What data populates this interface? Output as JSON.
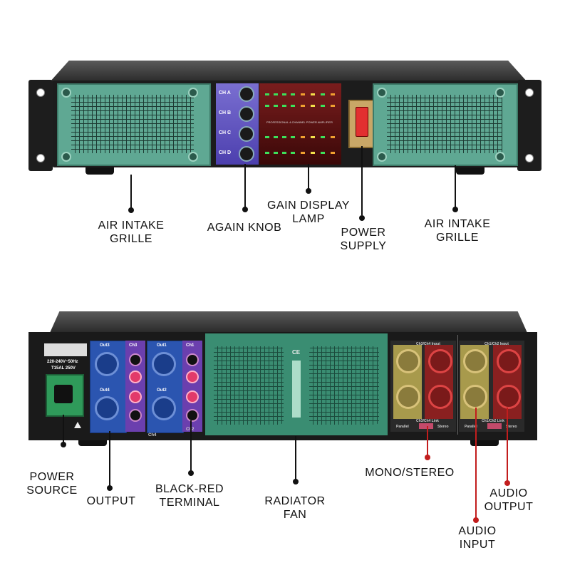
{
  "front": {
    "knob_labels": [
      "CH A",
      "CH B",
      "CH C",
      "CH D"
    ],
    "lamp_caption": "PROFESSIONAL 4-CHANNEL POWER AMPLIFIER"
  },
  "rear": {
    "power_rating": "220-240V~50Hz",
    "fuse_rating": "T15AL 250V",
    "output_labels": [
      "Out3",
      "Out1",
      "Out4",
      "Out2"
    ],
    "terminal_labels": [
      "Ch3",
      "Ch1",
      "Ch4",
      "Ch2"
    ],
    "input_headers": [
      "Ch3/Ch4 Input",
      "Ch1/Ch2 Input"
    ],
    "link_labels": [
      "Ch3/Ch4 Link",
      "Ch1/Ch2 Link"
    ],
    "mode_labels": [
      "Parallel",
      "Stereo",
      "Parallel",
      "Stereo"
    ],
    "ce_mark": "CE"
  },
  "callouts": {
    "air_intake_left": "AIR INTAKE\nGRILLE",
    "again_knob": "AGAIN KNOB",
    "gain_display": "GAIN DISPLAY\nLAMP",
    "power_supply": "POWER\nSUPPLY",
    "air_intake_right": "AIR INTAKE\nGRILLE",
    "power_source": "POWER\nSOURCE",
    "output": "OUTPUT",
    "black_red_terminal": "BLACK-RED\nTERMINAL",
    "radiator_fan": "RADIATOR\nFAN",
    "mono_stereo": "MONO/STEREO",
    "audio_output": "AUDIO\nOUTPUT",
    "audio_input": "AUDIO\nINPUT"
  },
  "colors": {
    "grille": "#5fa893",
    "knob_panel": "#5a4cc0",
    "lamp_panel": "#6a1515",
    "output_panel": "#2b55b0",
    "callout_line_accent": "#c21d1d"
  }
}
